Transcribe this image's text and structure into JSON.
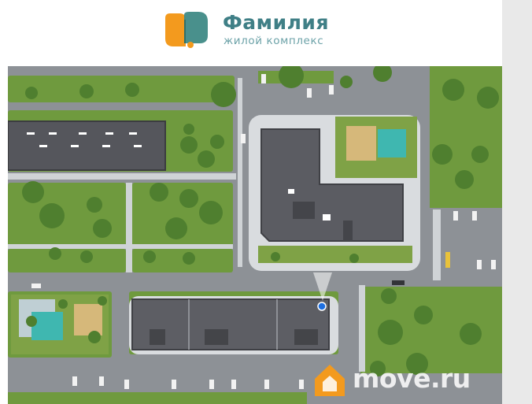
{
  "header": {
    "title": "Фамилия",
    "subtitle": "жилой комплекс"
  },
  "watermark": {
    "text": "move.ru"
  },
  "colors": {
    "brand_orange": "#f39a1e",
    "brand_teal": "#3f7f86",
    "grass": "#6f9a3e",
    "road": "#8c9096",
    "building_roof": "#5f6066",
    "pin": "#1e6fe0"
  },
  "icons": {
    "logo": "familia-logo-icon",
    "location_pin": "location-pin-icon",
    "house": "house-icon"
  }
}
